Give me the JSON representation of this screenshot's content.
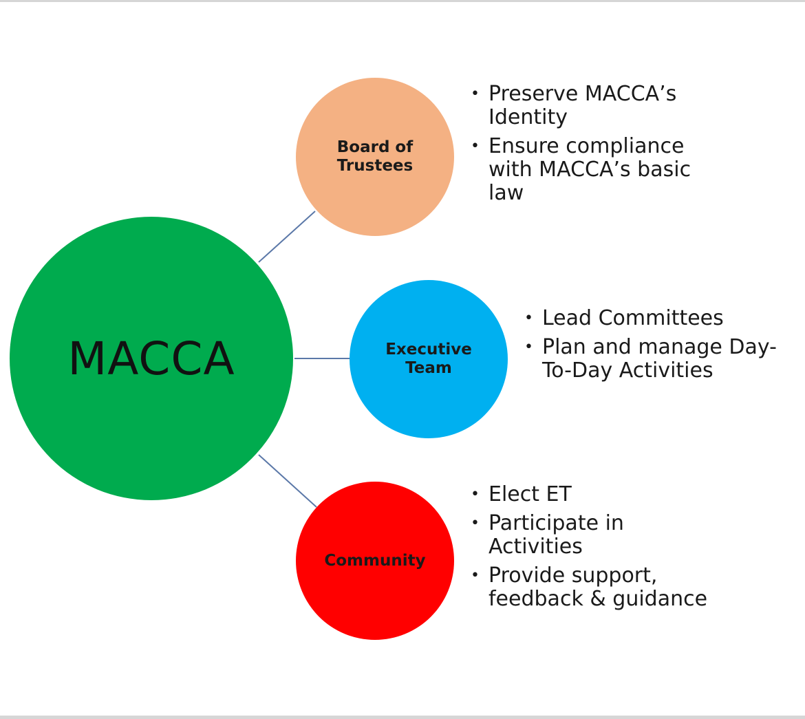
{
  "colors": {
    "main": "#00ab4e",
    "board": "#f4b183",
    "executive": "#00b0f0",
    "community": "#ff0000",
    "connector": "#5b78a8"
  },
  "main": {
    "label": "MACCA"
  },
  "nodes": [
    {
      "label": "Board of Trustees",
      "bullets": [
        "Preserve MACCA’s Identity",
        "Ensure compliance with MACCA’s basic law"
      ]
    },
    {
      "label": "Executive Team",
      "bullets": [
        "Lead Committees",
        "Plan and manage Day-To-Day Activities"
      ]
    },
    {
      "label": "Community",
      "bullets": [
        "Elect ET",
        "Participate in Activities",
        "Provide support, feedback & guidance"
      ]
    }
  ]
}
